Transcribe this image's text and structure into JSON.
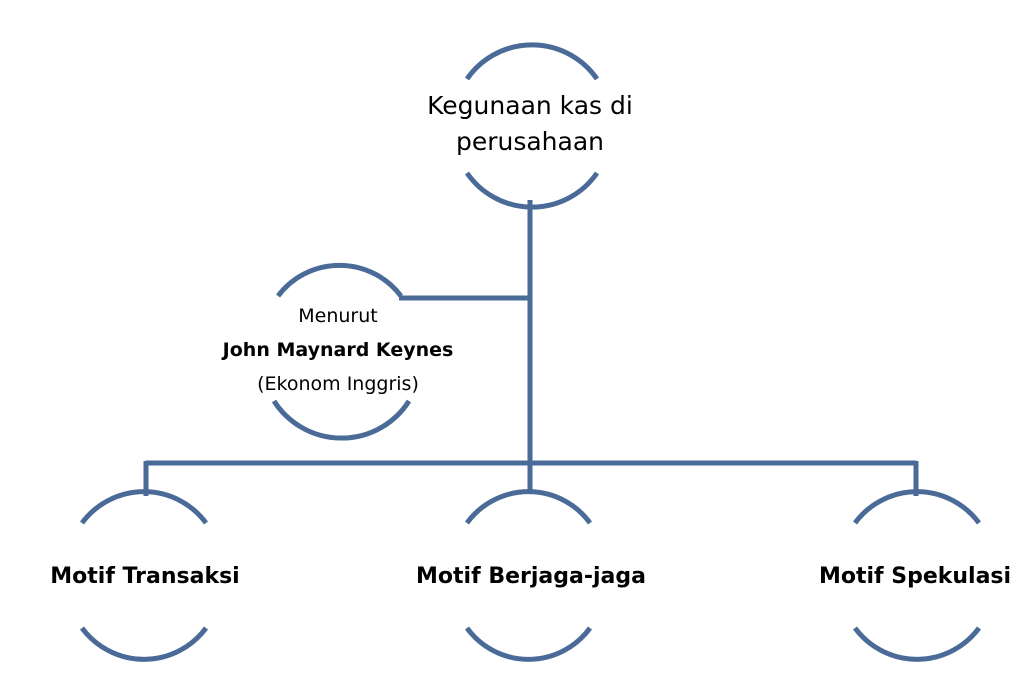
{
  "diagram": {
    "root": {
      "line1": "Kegunaan kas di",
      "line2": "perusahaan"
    },
    "source": {
      "line1": "Menurut",
      "author": "John Maynard Keynes",
      "line3": "(Ekonom Inggris)"
    },
    "motives": [
      {
        "label": "Motif  Transaksi"
      },
      {
        "label": "Motif Berjaga-jaga"
      },
      {
        "label": "Motif Spekulasi"
      }
    ],
    "colors": {
      "line": "#4a6a98",
      "text": "#000000",
      "background": "#ffffff"
    }
  }
}
